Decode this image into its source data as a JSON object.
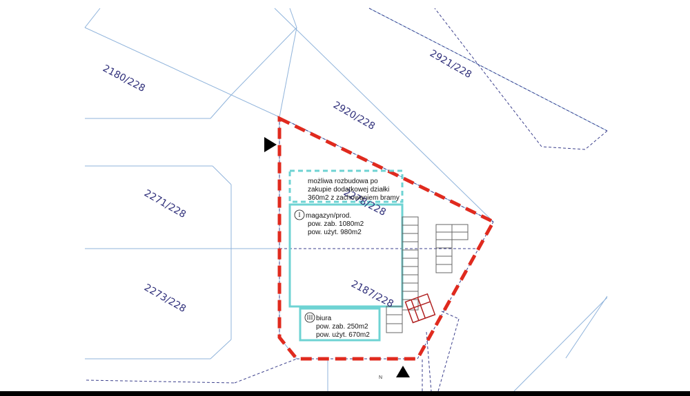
{
  "parcels": [
    {
      "id": "p-2180",
      "label": "2180/228"
    },
    {
      "id": "p-2920",
      "label": "2920/228"
    },
    {
      "id": "p-2921",
      "label": "2921/228"
    },
    {
      "id": "p-2271",
      "label": "2271/228"
    },
    {
      "id": "p-2273",
      "label": "2273/228"
    },
    {
      "id": "p-2187",
      "label": "2187/228"
    },
    {
      "id": "p-2278",
      "label": "2278/228"
    }
  ],
  "expansion_note": {
    "line1": "możliwa rozbudowa po",
    "line2": "zakupie dodatkowej działki",
    "line3": "360m2 z zachowaniem bramy"
  },
  "building_1": {
    "number": "I",
    "name": "magazyn/prod.",
    "area_built": "pow. zab. 1080m2",
    "area_usable": "pow. użyt.  980m2"
  },
  "building_3": {
    "number": "III",
    "name": "biura",
    "area_built": "pow. zab.  250m2",
    "area_usable": "pow. użyt. 670m2"
  },
  "north_mark": "N",
  "colors": {
    "plot_boundary": "#e02a1e",
    "building_outline": "#6ed3d3",
    "parcel_line": "#8fb3db",
    "dashed_line": "#3b3f8c",
    "parcel_text": "#2f2f7a"
  }
}
